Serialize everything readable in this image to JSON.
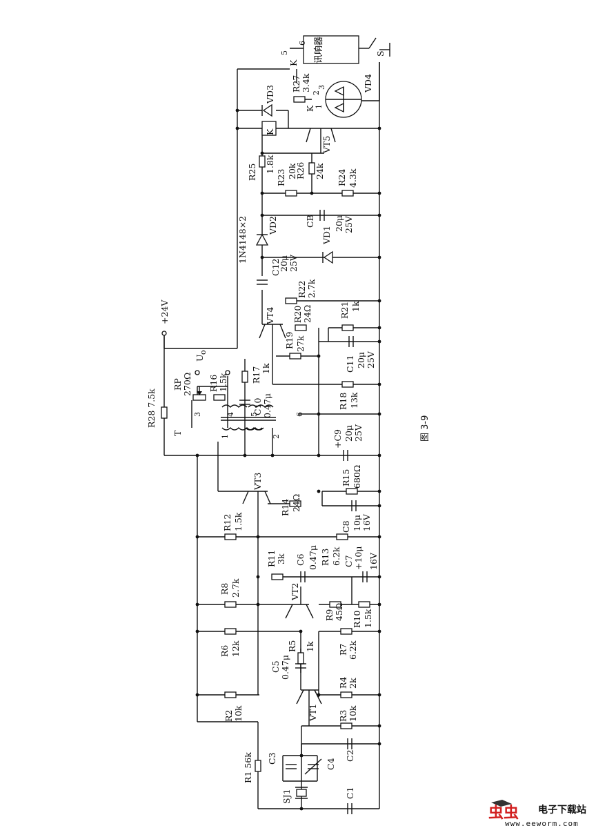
{
  "figure": {
    "caption": "图 3-9",
    "supply": "+24V",
    "output": "U",
    "output_sub": "o"
  },
  "labels": {
    "R1": "R1 56k",
    "C1": "C1",
    "C2": "C2",
    "C3": "C3",
    "C4": "C4",
    "SJ1": "SJ1",
    "R2": "R2",
    "R2v": "10k",
    "R3": "R3",
    "R3v": "10k",
    "R4": "R4",
    "R4v": "2k",
    "VT1": "VT1",
    "C5": "C5",
    "C5v": "0.47μ",
    "R5": "R5",
    "R5v": "1k",
    "R6": "R6",
    "R6v": "12k",
    "R7": "R7",
    "R7v": "6.2k",
    "R8": "R8",
    "R8v": "2.7k",
    "VT2": "VT2",
    "R9": "R9",
    "R9v": "45Ω",
    "R10": "R10",
    "R10v": "1.5k",
    "R11": "R11",
    "R11v": "3k",
    "C6": "C6",
    "C6v": "0.47μ",
    "R13": "R13",
    "R13v": "6.2k",
    "C7": "C7",
    "C7v": "+10μ",
    "C7v2": "16V",
    "R12": "R12",
    "R12v": "1.5k",
    "VT3": "VT3",
    "R14": "R14",
    "R14v": "24Ω",
    "C8": "C8",
    "C8v": "10μ",
    "C8v2": "16V",
    "R15": "R15",
    "R15v": "680Ω",
    "C9": "+C9",
    "C9v": "20μ",
    "C9v2": "25V",
    "T": "T",
    "RP": "RP",
    "RPv": "270Ω",
    "R16": "R16",
    "R16v": "1.5k",
    "R17": "R17",
    "R17v": "1k",
    "C10": "C10",
    "C10v": "0.47μ",
    "R28": "R28 7.5k",
    "R18": "R18",
    "R18v": "13k",
    "C11": "C11",
    "C11v": "20μ",
    "C11v2": "25V",
    "R19": "R19",
    "R19v": "27k",
    "VT4": "VT4",
    "R20": "R20",
    "R20v": "24Ω",
    "R21": "R21",
    "R21v": "1k",
    "R22": "R22",
    "R22v": "2.7k",
    "C12": "C12",
    "C12v": "20μ",
    "C12v2": "25V",
    "diodes": "1N4148×2",
    "VD1": "VD1",
    "VD2": "VD2",
    "CB": "CB",
    "CBv": "20μ",
    "CBv2": "25V",
    "R23": "R23",
    "R23v": "20k",
    "R24": "R24",
    "R24v": "4.3k",
    "R25": "R25",
    "R25v": "1.8k",
    "R26": "R26",
    "R26v": "24k",
    "VT5": "VT5",
    "K": "K",
    "VD3": "VD3",
    "VD4": "VD4",
    "R27": "R27",
    "R27v": "3.4k",
    "buzzer": "讯响器",
    "S": "S",
    "t1": "1",
    "t2": "2",
    "t3": "3",
    "t4": "4",
    "t5": "5",
    "t6": "6",
    "p1": "1",
    "p2": "2",
    "p3": "3",
    "p5": "5",
    "p6": "6"
  },
  "watermark": {
    "name": "电子下载站",
    "url": "www.eeworm.com",
    "logo_text": "虫虫"
  }
}
